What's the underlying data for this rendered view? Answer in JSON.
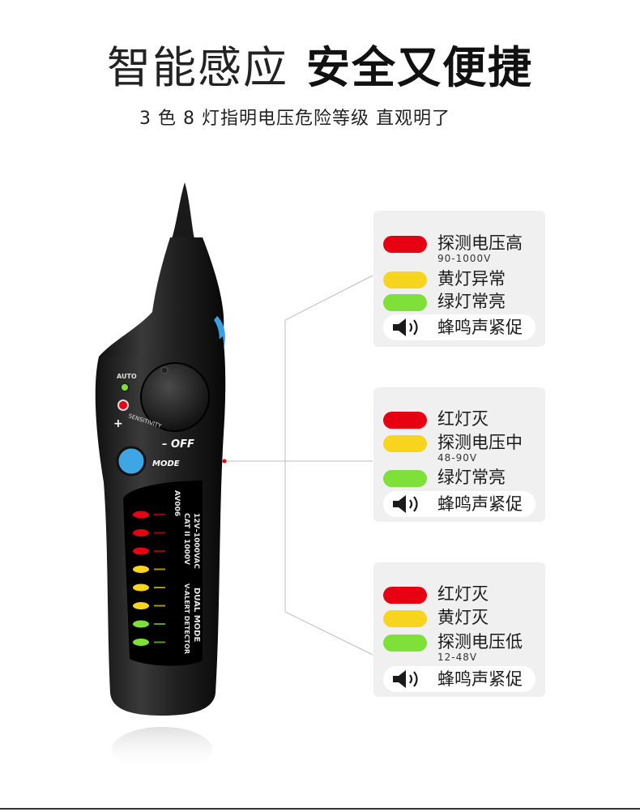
{
  "title": {
    "light": "智能感应",
    "bold": "安全又便捷"
  },
  "subtitle": "3 色 8 灯指明电压危险等级 直观明了",
  "colors": {
    "red": "#e60012",
    "yellow": "#f7d51e",
    "green": "#7fe03a",
    "panel_bg": "#f0f0f0"
  },
  "device": {
    "auto_label": "AUTO",
    "sensitivity_label": "SENSITIVITY",
    "plus_label": "+",
    "off_label": "– OFF",
    "mode_label": "MODE",
    "model": "AV006",
    "rating": "CAT II 1000V",
    "voltage_range": "12V–1000VAC",
    "product_line1": "V-ALERT DETECTOR",
    "product_line2": "DUAL MODE",
    "leds": [
      "red",
      "red",
      "red",
      "yellow",
      "yellow",
      "yellow",
      "green",
      "green"
    ]
  },
  "panels": [
    {
      "rows": [
        {
          "color": "red",
          "label": "探测电压高",
          "sub": "90-1000V"
        },
        {
          "color": "yellow",
          "label": "黄灯异常",
          "sub": ""
        },
        {
          "color": "green",
          "label": "绿灯常亮",
          "sub": ""
        }
      ],
      "beep_icon": "speaker-icon",
      "beep_label": "蜂鸣声紧促"
    },
    {
      "rows": [
        {
          "color": "red",
          "label": "红灯灭",
          "sub": ""
        },
        {
          "color": "yellow",
          "label": "探测电压中",
          "sub": "48-90V"
        },
        {
          "color": "green",
          "label": "绿灯常亮",
          "sub": ""
        }
      ],
      "beep_icon": "speaker-icon",
      "beep_label": "蜂鸣声紧促"
    },
    {
      "rows": [
        {
          "color": "red",
          "label": "红灯灭",
          "sub": ""
        },
        {
          "color": "yellow",
          "label": "黄灯灭",
          "sub": ""
        },
        {
          "color": "green",
          "label": "探测电压低",
          "sub": "12-48V"
        }
      ],
      "beep_icon": "speaker-icon",
      "beep_label": "蜂鸣声紧促"
    }
  ]
}
